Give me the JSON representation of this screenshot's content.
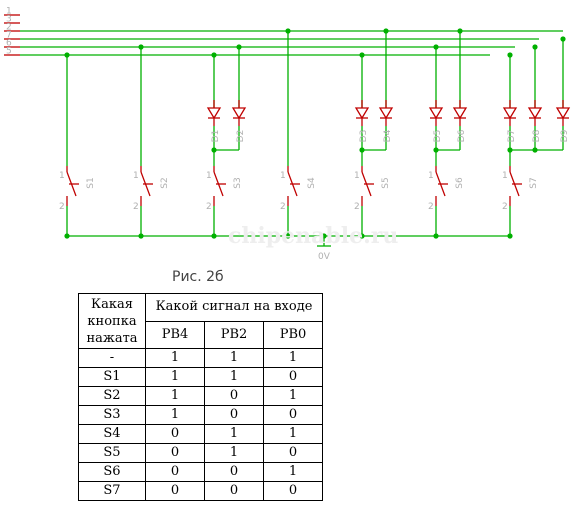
{
  "schematic": {
    "wire_color": "#00b000",
    "node_color": "#00b000",
    "diode_color": "#c00000",
    "pin_color": "#c00000",
    "port_labels": [
      "1",
      "3",
      "2",
      "7",
      "6",
      "5"
    ],
    "switch_labels": [
      "S1",
      "S2",
      "S3",
      "S4",
      "S5",
      "S6",
      "S7"
    ],
    "switch_pin_top": "1",
    "switch_pin_bottom": "2",
    "diode_labels": [
      "D1",
      "D2",
      "D3",
      "D4",
      "D5",
      "D6",
      "D7",
      "D8",
      "D9"
    ],
    "ground_label": "0V",
    "watermark": "chipenable.ru"
  },
  "caption": "Рис. 2б",
  "table": {
    "header_button": "Какая кнопка нажата",
    "header_signal": "Какой сигнал на входе",
    "columns": [
      "PB4",
      "PB2",
      "PB0"
    ],
    "rows": [
      {
        "button": "-",
        "values": [
          "1",
          "1",
          "1"
        ]
      },
      {
        "button": "S1",
        "values": [
          "1",
          "1",
          "0"
        ]
      },
      {
        "button": "S2",
        "values": [
          "1",
          "0",
          "1"
        ]
      },
      {
        "button": "S3",
        "values": [
          "1",
          "0",
          "0"
        ]
      },
      {
        "button": "S4",
        "values": [
          "0",
          "1",
          "1"
        ]
      },
      {
        "button": "S5",
        "values": [
          "0",
          "1",
          "0"
        ]
      },
      {
        "button": "S6",
        "values": [
          "0",
          "0",
          "1"
        ]
      },
      {
        "button": "S7",
        "values": [
          "0",
          "0",
          "0"
        ]
      }
    ]
  }
}
